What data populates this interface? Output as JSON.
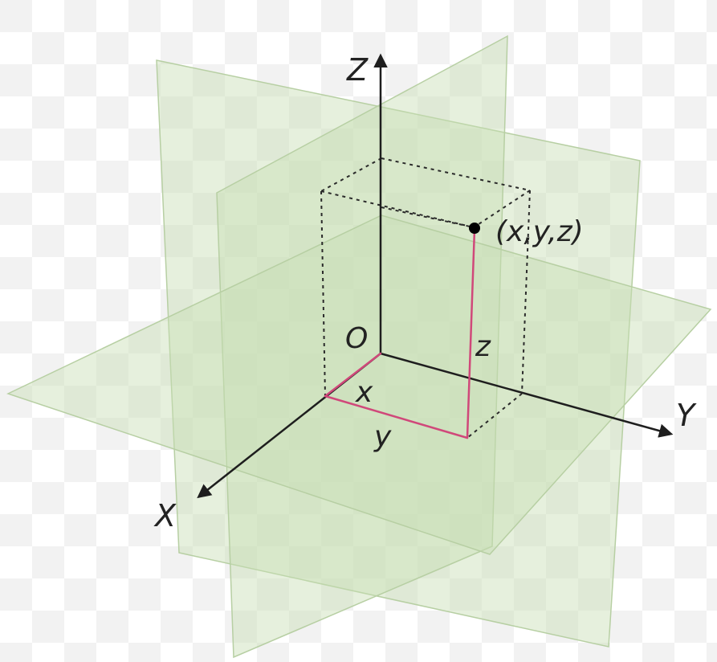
{
  "labels": {
    "axis_z": "Z",
    "axis_y": "Y",
    "axis_x": "X",
    "origin": "O",
    "point": "(x,y,z)",
    "coord_x": "x",
    "coord_y": "y",
    "coord_z": "z"
  },
  "colors": {
    "background": "#ffffff",
    "checker": "#f2f2f2",
    "plane_fill": "#c7deb3",
    "plane_edge": "#b7cfa3",
    "axis": "#1e1e1e",
    "dotted": "#2a2a2a",
    "coordinate_path": "#d0487a",
    "point": "#000000"
  }
}
